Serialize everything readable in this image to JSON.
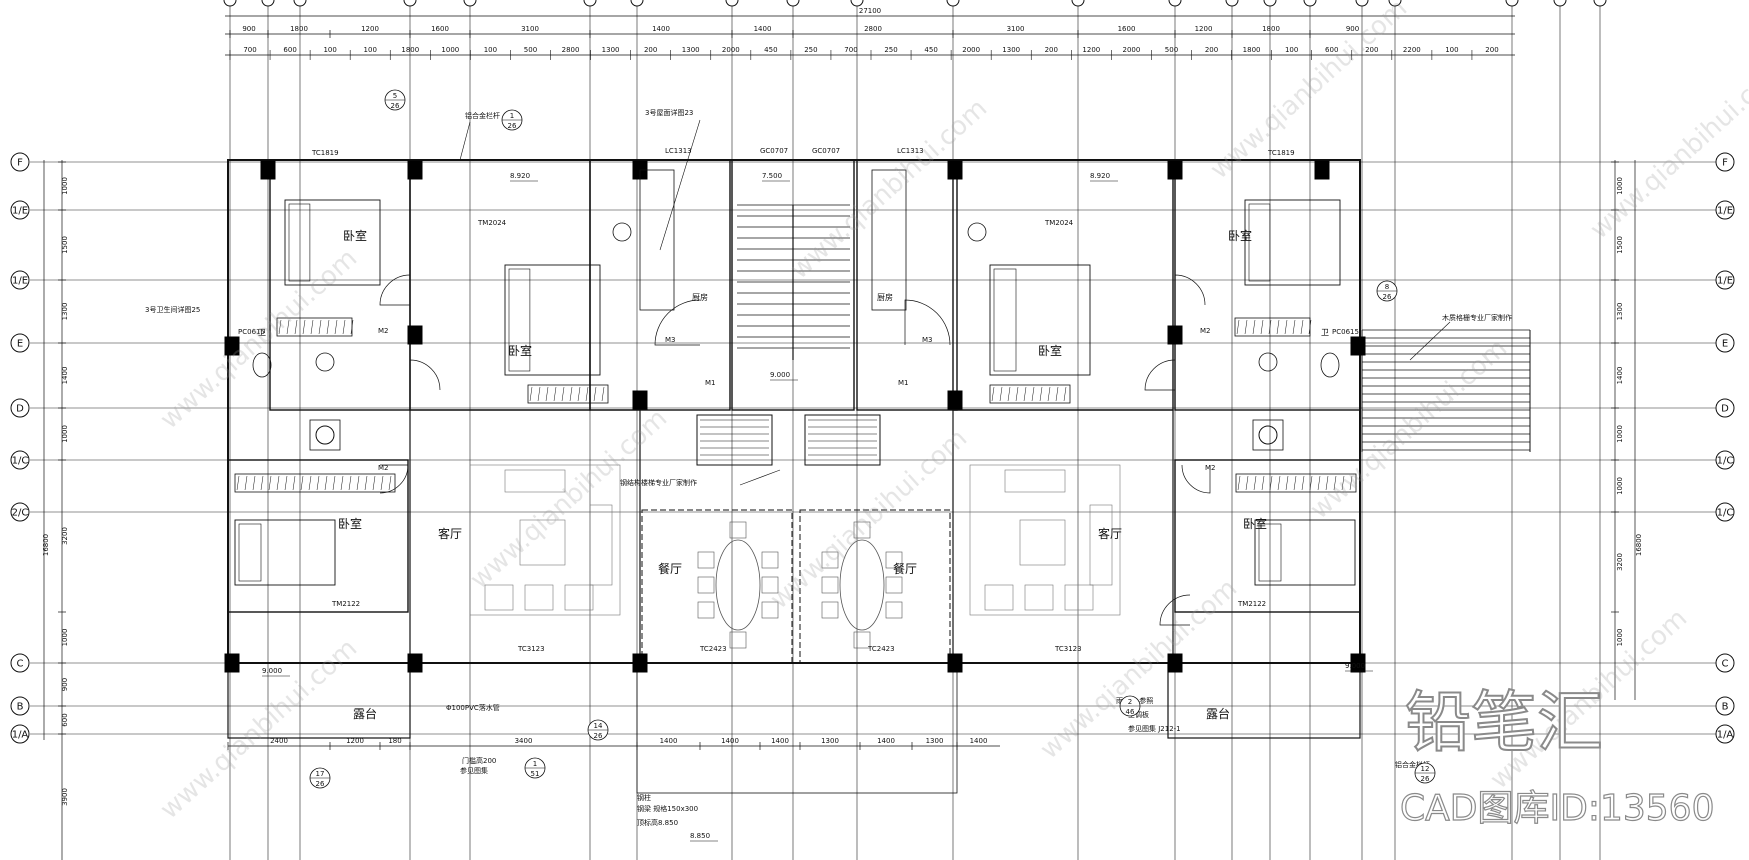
{
  "drawing": {
    "axes_left": [
      "F",
      "1/E",
      "1/E",
      "E",
      "D",
      "1/C",
      "2/C",
      "C",
      "B",
      "1/A"
    ],
    "axes_right": [
      "F",
      "1/E",
      "1/E",
      "E",
      "D",
      "1/C",
      "1/C",
      "C",
      "B",
      "1/A"
    ],
    "top_total": "27100",
    "top_dims_row1": [
      "900",
      "1800",
      "1200",
      "1600",
      "3100",
      "1400",
      "1400",
      "2800",
      "3100",
      "1600",
      "1200",
      "1800",
      "900"
    ],
    "top_dims_row2": [
      "700",
      "600",
      "100",
      "100",
      "1800",
      "1000",
      "100",
      "500",
      "2800",
      "1300",
      "200",
      "1300",
      "2000",
      "450",
      "250",
      "700",
      "250",
      "450",
      "2000",
      "1300",
      "200",
      "1200",
      "2000",
      "500",
      "200",
      "1800",
      "100",
      "600",
      "200",
      "2200",
      "100",
      "200"
    ],
    "left_dims": [
      "1000",
      "1500",
      "1300",
      "1400",
      "1000",
      "3200",
      "1000",
      "900",
      "600",
      "3900"
    ],
    "left_total": "16800",
    "right_dims": [
      "1000",
      "1500",
      "1300",
      "1400",
      "1000",
      "1000",
      "3200",
      "1000"
    ],
    "right_total": "16800",
    "rooms": {
      "living_left": "客厅",
      "living_right": "客厅",
      "dining_left": "餐厅",
      "dining_right": "餐厅",
      "balcony_left": "露台",
      "balcony_right": "露台",
      "bedroom_1": "卧室",
      "bedroom_2": "卧室",
      "bedroom_3": "卧室",
      "bedroom_4": "卧室",
      "bedroom_5": "卧室",
      "bedroom_6": "卧室",
      "kitchen_left": "厨房",
      "kitchen_right": "厨房",
      "wc_1": "卫",
      "wc_2": "卫"
    },
    "elevations": [
      "8.920",
      "8.920",
      "7.500",
      "9.000",
      "9.000",
      "9.000",
      "8.850"
    ],
    "window_tags": [
      "TC1819",
      "LC1313",
      "GC0707",
      "GC0707",
      "LC1313",
      "TC1819",
      "TC3123",
      "TC2423",
      "TC2423",
      "TC3123",
      "TM2122",
      "TM2122",
      "PC0615",
      "PC0615",
      "TM2024",
      "TM2024"
    ],
    "door_tags": [
      "M2",
      "M2",
      "M3",
      "M3",
      "M1",
      "M1",
      "M2",
      "M2"
    ],
    "notes": {
      "n1": "3号屋面详图23",
      "n2": "3号卫生间详图25",
      "n3": "铝合金栏杆",
      "n4": "钢结构楼梯专业厂家制作",
      "n5": "Φ100PVC落水管",
      "n6": "门槛高200",
      "n7": "参见图集",
      "n8": "木质格栅专业厂家制作",
      "n9": "钢梁 规格150x300",
      "n10": "顶标高8.850",
      "n11": "钢柱",
      "n12": "雨水口 参照",
      "n13": "铝合金栏杆",
      "n14": "空调板",
      "n15": "参见图集 J212-1"
    },
    "callouts": [
      "5/26",
      "1/26",
      "8/26",
      "2/46",
      "14/26",
      "17/26",
      "12/26",
      "1/51"
    ],
    "bottom_dims": [
      "2400",
      "1200",
      "180",
      "3400",
      "1400",
      "1400",
      "1400",
      "1300",
      "1400",
      "1300",
      "1400"
    ],
    "watermark": "www.qianbihui.com"
  },
  "logo": {
    "cn": "铅笔汇",
    "id": "CAD图库ID:13560"
  }
}
